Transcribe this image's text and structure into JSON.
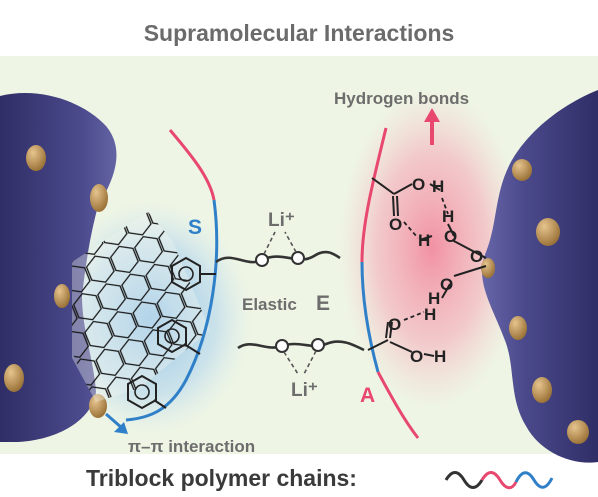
{
  "title": "Supramolecular Interactions",
  "labels": {
    "hydrogen_bonds": "Hydrogen bonds",
    "block_s": "S",
    "block_e_prefix": "Elastic",
    "block_e": "E",
    "block_a": "A",
    "li_top": "Li⁺",
    "li_bottom": "Li⁺",
    "pi_pi": "π–π interaction",
    "o_1": "O",
    "o_2": "O",
    "o_3": "O",
    "o_4": "O",
    "o_5": "O",
    "o_6": "O",
    "o_7": "O",
    "h_1": "H",
    "h_2": "H",
    "h_3": "H",
    "h_4": "H",
    "h_5": "H",
    "h_6": "H"
  },
  "footer": {
    "text": "Triblock polymer chains:"
  },
  "colors": {
    "background_panel": "#eef5e4",
    "particle": "#4b4a86",
    "dots": "#b08a4f",
    "s_block": "#2f80c8",
    "a_block": "#e8476e",
    "e_block": "#333333",
    "hbond_glow": "#f28ea2",
    "pi_glow": "#8ec1ea",
    "label_gray": "#6d6d6d"
  }
}
